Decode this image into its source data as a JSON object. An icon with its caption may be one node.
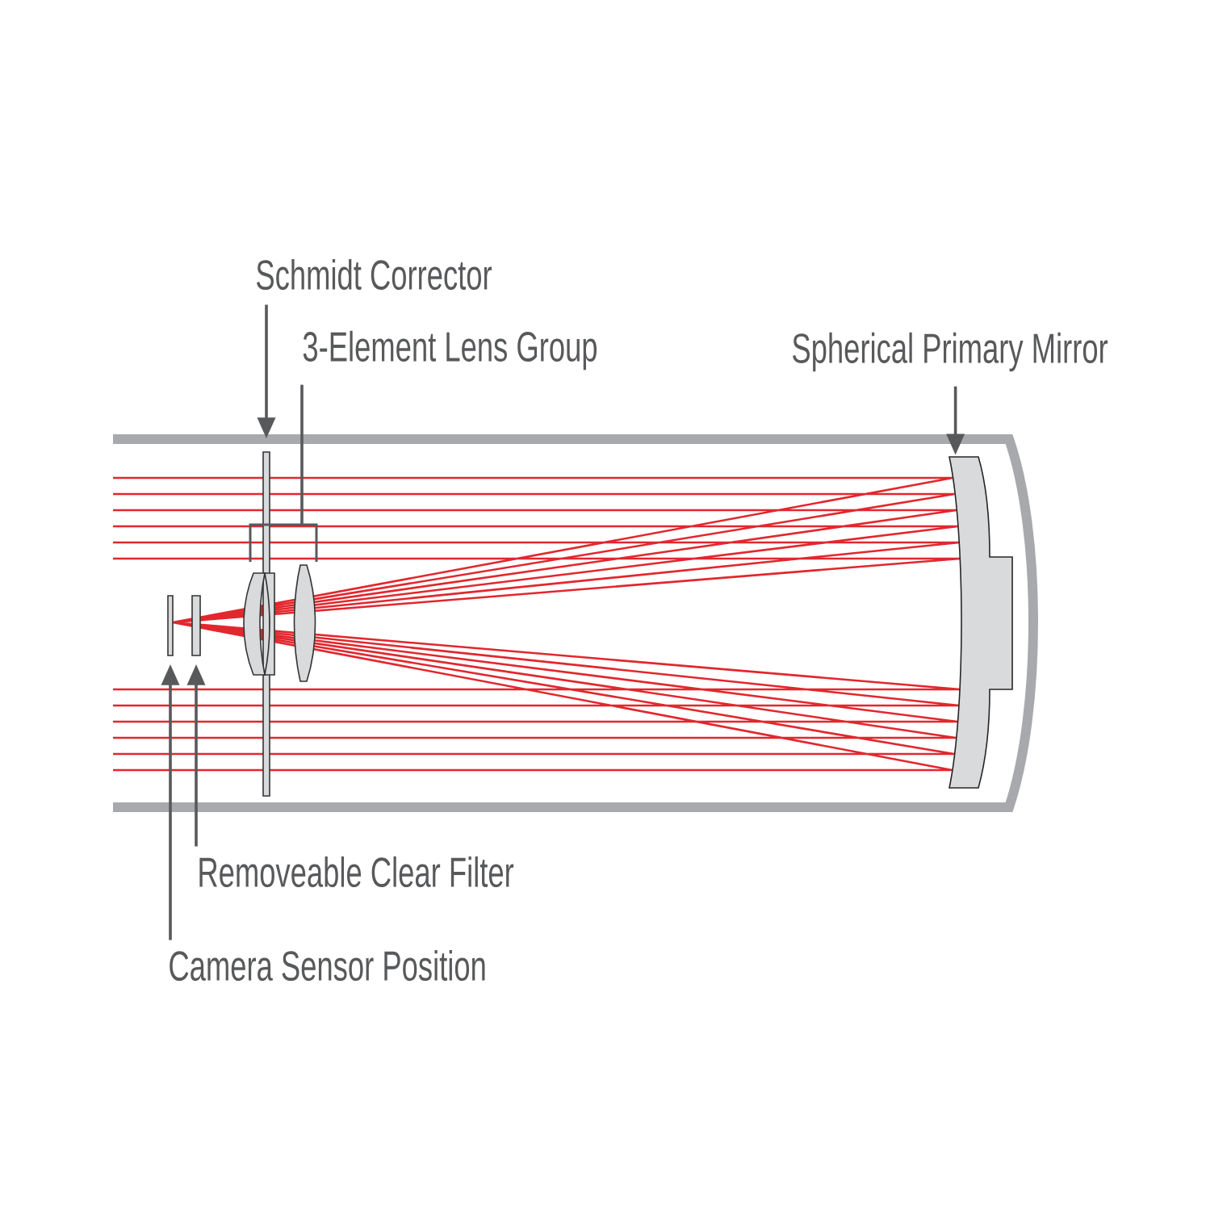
{
  "diagram": {
    "nodes": [
      {
        "text": [
          "Schmidt Corrector"
        ]
      },
      {
        "text": [],
        "shape": "bar"
      },
      {
        "text": [
          "3-Element Lens Group"
        ]
      },
      {
        "text": [],
        "shape": "picture"
      },
      {
        "text": [
          "Spherical Primary Mirror"
        ]
      },
      {
        "text": [],
        "shape": "picture"
      },
      {
        "text": [
          "Removeable Clear Filter"
        ]
      },
      {
        "text": [],
        "shape": "bar"
      },
      {
        "text": [
          "Camera Sensor Position"
        ]
      },
      {
        "text": [],
        "shape": "bar"
      }
    ],
    "edges": [
      {
        "from": 0,
        "to": 1,
        "arrow": "to"
      },
      {
        "from": 2,
        "to": 3,
        "arrow": "none"
      },
      {
        "from": 4,
        "to": 5,
        "arrow": "to"
      },
      {
        "from": 6,
        "to": 7,
        "arrow": "to"
      },
      {
        "from": 8,
        "to": 9,
        "arrow": "to"
      }
    ]
  }
}
